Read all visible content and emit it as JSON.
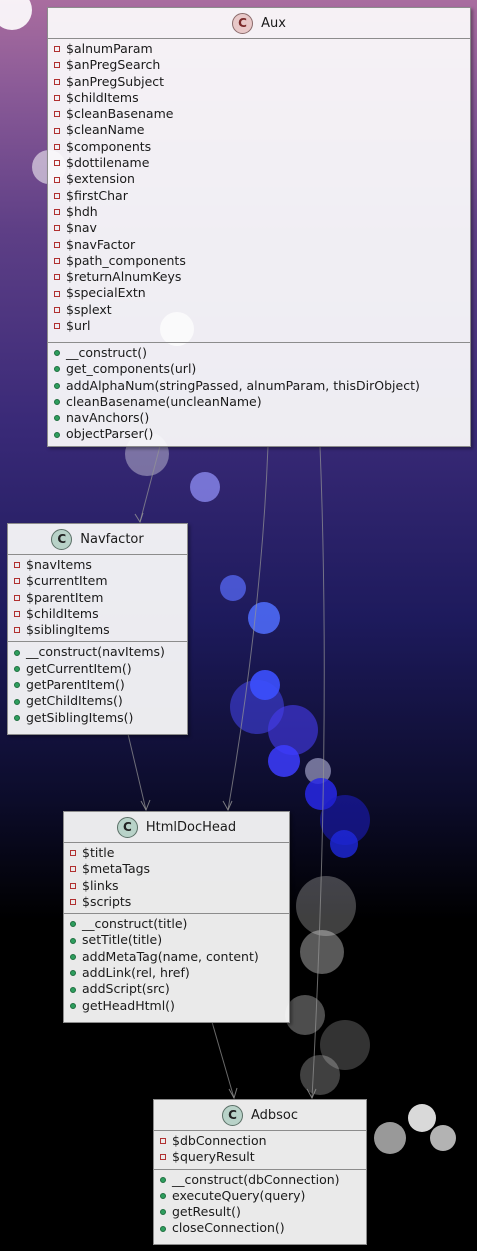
{
  "diagram": {
    "classes": [
      {
        "id": "aux",
        "name": "Aux",
        "badge": "C",
        "attributes": [
          "$alnumParam",
          "$anPregSearch",
          "$anPregSubject",
          "$childItems",
          "$cleanBasename",
          "$cleanName",
          "$components",
          "$dottilename",
          "$extension",
          "$firstChar",
          "$hdh",
          "$nav",
          "$navFactor",
          "$path_components",
          "$returnAlnumKeys",
          "$specialExtn",
          "$splext",
          "$url"
        ],
        "methods": [
          "__construct()",
          "get_components(url)",
          "addAlphaNum(stringPassed, alnumParam, thisDirObject)",
          "cleanBasename(uncleanName)",
          "navAnchors()",
          "objectParser()"
        ]
      },
      {
        "id": "navfactor",
        "name": "Navfactor",
        "badge": "C",
        "attributes": [
          "$navItems",
          "$currentItem",
          "$parentItem",
          "$childItems",
          "$siblingItems"
        ],
        "methods": [
          "__construct(navItems)",
          "getCurrentItem()",
          "getParentItem()",
          "getChildItems()",
          "getSiblingItems()"
        ]
      },
      {
        "id": "htmldochead",
        "name": "HtmlDocHead",
        "badge": "C",
        "attributes": [
          "$title",
          "$metaTags",
          "$links",
          "$scripts"
        ],
        "methods": [
          "__construct(title)",
          "setTitle(title)",
          "addMetaTag(name, content)",
          "addLink(rel, href)",
          "addScript(src)",
          "getHeadHtml()"
        ]
      },
      {
        "id": "adbsoc",
        "name": "Adbsoc",
        "badge": "C",
        "attributes": [
          "$dbConnection",
          "$queryResult"
        ],
        "methods": [
          "__construct(dbConnection)",
          "executeQuery(query)",
          "getResult()",
          "closeConnection()"
        ]
      }
    ],
    "edges": [
      {
        "from": "aux",
        "to": "navfactor"
      },
      {
        "from": "aux",
        "to": "htmldochead"
      },
      {
        "from": "aux",
        "to": "adbsoc"
      },
      {
        "from": "navfactor",
        "to": "htmldochead"
      },
      {
        "from": "htmldochead",
        "to": "adbsoc"
      }
    ]
  }
}
